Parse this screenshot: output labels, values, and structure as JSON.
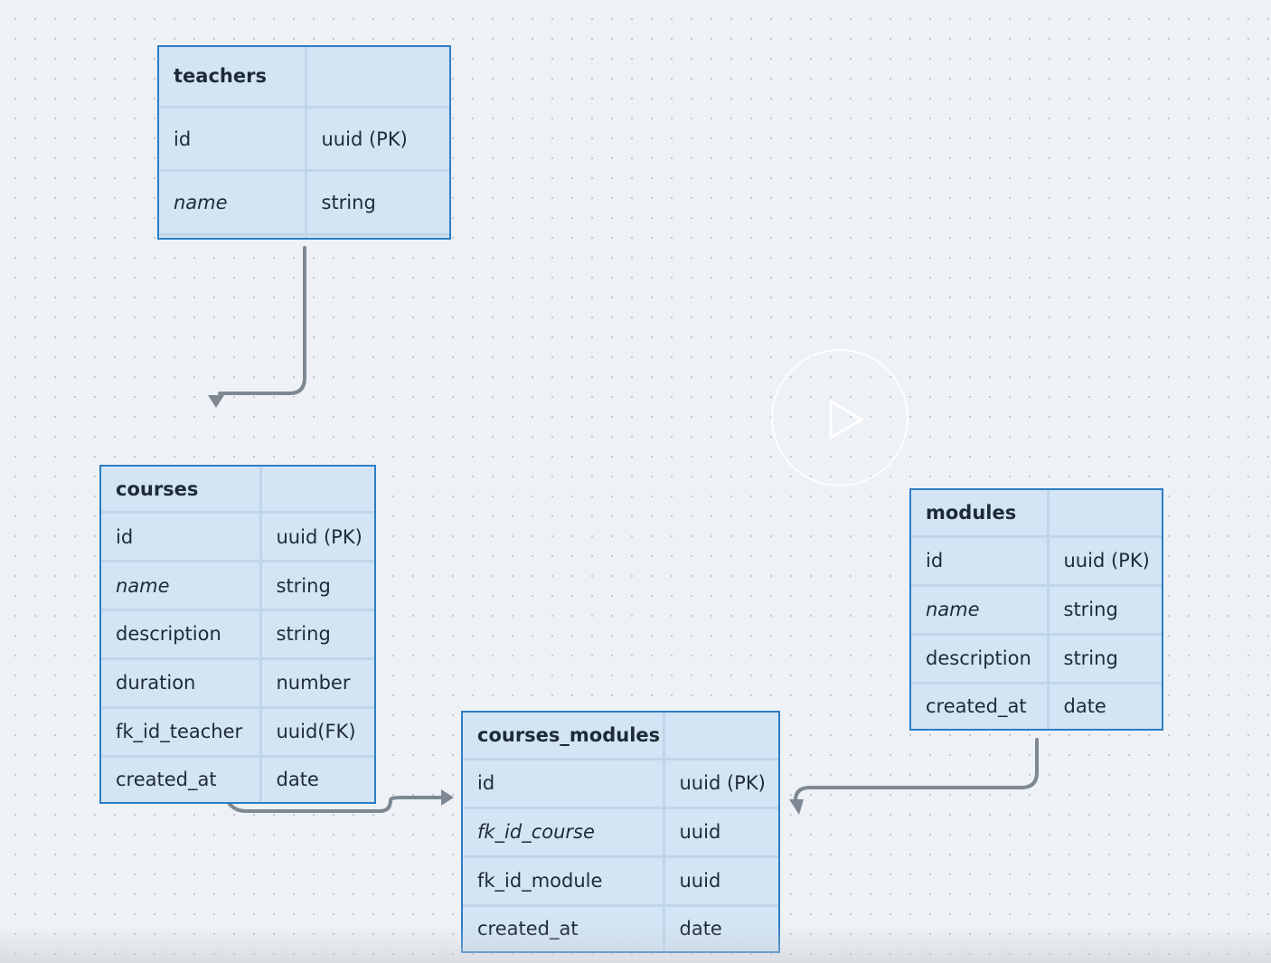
{
  "diagram": {
    "entities": [
      {
        "key": "teachers",
        "title": "teachers",
        "columns": [
          {
            "field": "id",
            "type": "uuid (PK)",
            "italic": false
          },
          {
            "field": "name",
            "type": "string",
            "italic": true
          },
          {
            "field": "",
            "type": "",
            "italic": false
          }
        ]
      },
      {
        "key": "courses",
        "title": "courses",
        "columns": [
          {
            "field": "id",
            "type": "uuid (PK)",
            "italic": false
          },
          {
            "field": "name",
            "type": "string",
            "italic": true
          },
          {
            "field": "description",
            "type": "string",
            "italic": false
          },
          {
            "field": "duration",
            "type": "number",
            "italic": false
          },
          {
            "field": "fk_id_teacher",
            "type": "uuid(FK)",
            "italic": false
          },
          {
            "field": "created_at",
            "type": "date",
            "italic": false
          }
        ]
      },
      {
        "key": "courses_modules",
        "title": "courses_modules",
        "columns": [
          {
            "field": "id",
            "type": "uuid (PK)",
            "italic": false
          },
          {
            "field": "fk_id_course",
            "type": "uuid",
            "italic": true
          },
          {
            "field": "fk_id_module",
            "type": "uuid",
            "italic": false
          },
          {
            "field": "created_at",
            "type": "date",
            "italic": false
          }
        ]
      },
      {
        "key": "modules",
        "title": "modules",
        "columns": [
          {
            "field": "id",
            "type": "uuid (PK)",
            "italic": false
          },
          {
            "field": "name",
            "type": "string",
            "italic": true
          },
          {
            "field": "description",
            "type": "string",
            "italic": false
          },
          {
            "field": "created_at",
            "type": "date",
            "italic": false
          }
        ]
      }
    ],
    "relations": [
      {
        "from": "teachers",
        "to": "courses"
      },
      {
        "from": "courses",
        "to": "courses_modules"
      },
      {
        "from": "modules",
        "to": "courses_modules"
      }
    ],
    "colors": {
      "entity_border": "#2c7ec5",
      "entity_fill": "#d3e4f4",
      "cell_divider": "#bfd5ea",
      "connector": "#7d8892"
    }
  },
  "overlay": {
    "icon": "play-icon"
  }
}
